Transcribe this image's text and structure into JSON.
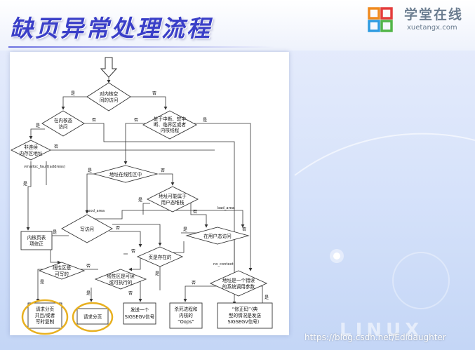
{
  "slide": {
    "title": "缺页异常处理流程",
    "logo_text": "学堂在线",
    "logo_url": "xuetangx.com",
    "watermark": "https://blog.csdn.net/Edidaughter",
    "brand_deco": "LINUX"
  },
  "flow": {
    "d_kernel_space": [
      "对内核空",
      "间的访问"
    ],
    "d_kernel_mode": [
      "在内核态",
      "访问"
    ],
    "d_interrupt": [
      "处于中断、软中",
      "断、临界区或者",
      "内核线程"
    ],
    "d_noncontig": [
      "非连续",
      "内存区地址"
    ],
    "d_in_vma": "地址在线性区中",
    "d_user_stack": [
      "地址可能属于",
      "用户态堆栈"
    ],
    "d_write": "写访问",
    "d_user_mode": "在用户态访问",
    "d_present": "页是存在的",
    "d_writable": [
      "线性区是",
      "可写的"
    ],
    "d_readable": [
      "线性区是可读",
      "或可执行的"
    ],
    "d_bad_param": [
      "地址是一个错误",
      "的系统调用参数"
    ],
    "b_fix_kernel": [
      "内核页表",
      "项修正"
    ],
    "b_cow": [
      "请求分页",
      "并且/或者",
      "写时复制"
    ],
    "b_demand": "请求分页",
    "b_sigsegv": [
      "发送一个",
      "SIGSEGV信号"
    ],
    "b_oops": [
      "杀死进程和",
      "内核的",
      "“Oops”"
    ],
    "b_fixup": [
      "“修正码”（典",
      "型的情况是发送",
      "SIGSEGV信号）"
    ],
    "yes": "是",
    "no": "否",
    "lbl_vmalloc": "vmalloc_fault(address)",
    "lbl_good": "good_area",
    "lbl_bad": "bad_area",
    "lbl_nocontext": "no_context"
  },
  "colors": {
    "title": "#3a3fc8",
    "node_fill": "#ffffff",
    "node_stroke": "#333333",
    "highlight": "#e8b020"
  }
}
